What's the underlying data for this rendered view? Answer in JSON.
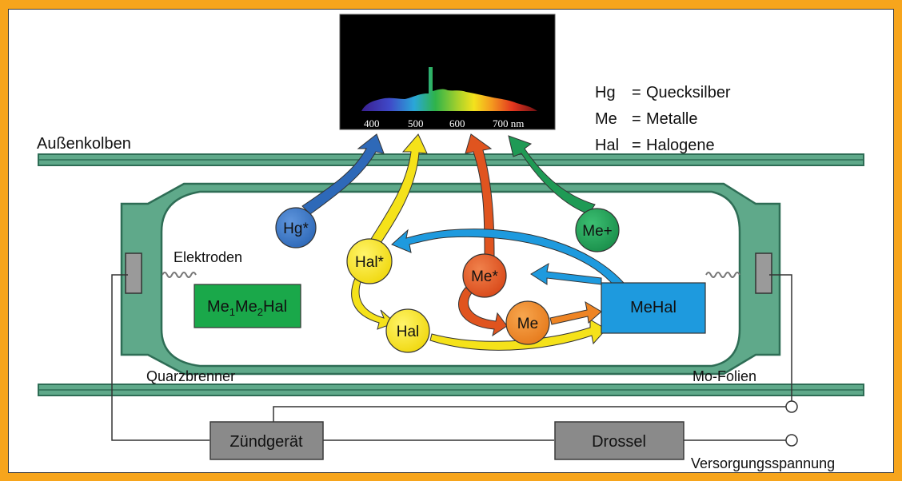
{
  "colors": {
    "border": "#f7a51c",
    "glass": "#3d8a6c",
    "glass_fill": "#62a88a",
    "hg": "#2e69b8",
    "hal": "#f5e21a",
    "me_star": "#e0541f",
    "me": "#ee8424",
    "me_plus": "#1f9a55",
    "mehal": "#1e9ade",
    "me1me2hal": "#1aa84a",
    "device": "#8a8a8a"
  },
  "legend": [
    {
      "symbol": "Hg",
      "eq": "=",
      "name": "Quecksilber"
    },
    {
      "symbol": "Me",
      "eq": "=",
      "name": "Metalle"
    },
    {
      "symbol": "Hal",
      "eq": "=",
      "name": "Halogene"
    }
  ],
  "spectrum": {
    "ticks": [
      "400",
      "500",
      "600",
      "700 nm"
    ]
  },
  "labels": {
    "outer_bulb": "Außenkolben",
    "electrodes": "Elektroden",
    "quartz_burner": "Quarzbrenner",
    "mo_foils": "Mo-Folien",
    "supply": "Versorgungsspannung"
  },
  "nodes": {
    "hg_star": "Hg*",
    "hal_star": "Hal*",
    "hal": "Hal",
    "me_star": "Me*",
    "me": "Me",
    "me_plus": "Me+",
    "mehal": "MeHal",
    "me1me2hal": {
      "a": "Me",
      "s1": "1",
      "b": "Me",
      "s2": "2",
      "c": "Hal"
    }
  },
  "devices": {
    "igniter": "Zündgerät",
    "ballast": "Drossel"
  }
}
